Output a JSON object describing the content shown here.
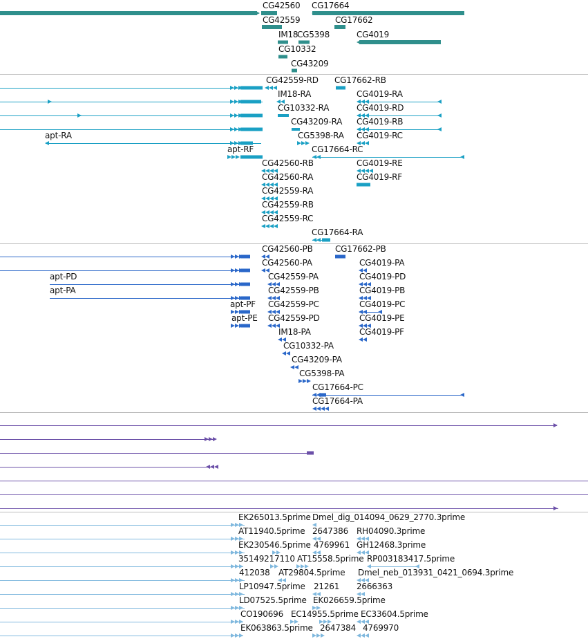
{
  "colors": {
    "gene": "#2f8f8c",
    "transcript_rna": "#1aa0c4",
    "transcript_protein": "#2a67c9",
    "feature_purple": "#6b4fa8",
    "est": "#7fb8de",
    "track_separator": "#bdbdbd"
  },
  "tracks": {
    "genes": {
      "labels": [
        "CG42560",
        "CG17664",
        "CG42559",
        "CG17662",
        "IM18",
        "CG5398",
        "CG4019",
        "CG10332",
        "CG43209"
      ]
    },
    "transcripts": {
      "labels": [
        "CG42559-RD",
        "CG17662-RB",
        "IM18-RA",
        "CG4019-RA",
        "CG10332-RA",
        "CG4019-RD",
        "CG43209-RA",
        "CG4019-RB",
        "apt-RA",
        "CG5398-RA",
        "CG4019-RC",
        "apt-RF",
        "CG17664-RC",
        "CG42560-RB",
        "CG4019-RE",
        "CG42560-RA",
        "CG4019-RF",
        "CG42559-RA",
        "CG42559-RB",
        "CG42559-RC",
        "CG17664-RA"
      ]
    },
    "proteins": {
      "labels": [
        "CG42560-PB",
        "CG17662-PB",
        "CG42560-PA",
        "CG4019-PA",
        "apt-PD",
        "CG42559-PA",
        "CG4019-PD",
        "apt-PA",
        "CG42559-PB",
        "CG4019-PB",
        "apt-PF",
        "CG42559-PC",
        "CG4019-PC",
        "apt-PE",
        "CG42559-PD",
        "CG4019-PE",
        "IM18-PA",
        "CG4019-PF",
        "CG10332-PA",
        "CG43209-PA",
        "CG5398-PA",
        "CG17664-PC",
        "CG17664-PA"
      ]
    },
    "ests": {
      "labels": [
        "EK265013.5prime",
        "Dmel_dig_014094_0629_2770.3prime",
        "AT11940.5prime",
        "2647386",
        "RH04090.3prime",
        "EK230546.5prime",
        "4769961",
        "GH12468.3prime",
        "35149217110",
        "AT15558.5prime",
        "RP003183417.5prime",
        "412038",
        "AT29804.5prime",
        "Dmel_neb_013931_0421_0694.3prime",
        "LP10947.5prime",
        "21261",
        "2666363",
        "LD07525.5prime",
        "EK026659.5prime",
        "CO190696",
        "EC14955.5prime",
        "EC33604.5prime",
        "EK063863.5prime",
        "2647384",
        "4769970"
      ]
    }
  }
}
